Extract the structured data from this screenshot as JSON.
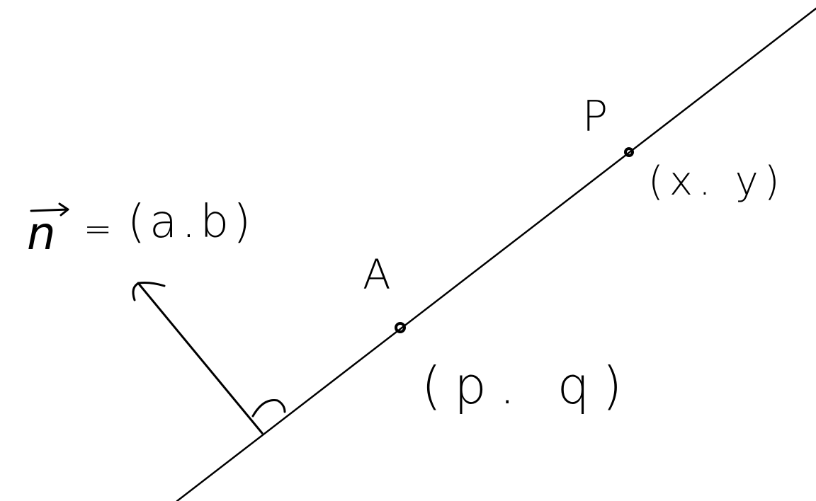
{
  "diagram": {
    "normal_vector": {
      "symbol": "n",
      "equals": "=",
      "value": "(a.b)"
    },
    "point_a": {
      "label": "A",
      "coords": "(p. q)"
    },
    "point_p": {
      "label": "P",
      "coords": "(x. y)"
    },
    "ink_color": "#000000",
    "background_color": "#ffffff"
  }
}
